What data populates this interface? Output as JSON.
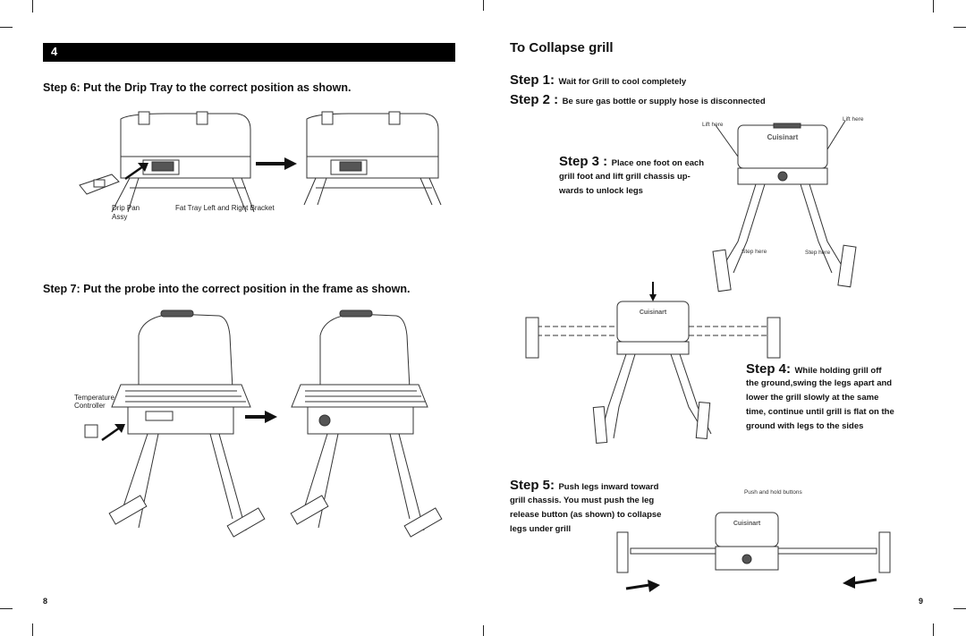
{
  "left_page": {
    "header_bar_text": "4  ",
    "step6_heading": "Step 6: Put the Drip Tray to the correct position as shown.",
    "step6_label_drip_pan": "Drip Pan",
    "step6_label_assy": "Assy",
    "step6_label_fat_tray": "Fat Tray Left and Right Bracket",
    "step7_heading": "Step 7: Put the probe into the correct position in the frame as shown.",
    "step7_label_temperature": "Temperature",
    "step7_label_controller": "Controller",
    "page_number": "8"
  },
  "right_page": {
    "title": "To Collapse grill",
    "step1_prefix": "Step 1:",
    "step1_text": "Wait for Grill to cool completely",
    "step2_prefix": "Step 2 :",
    "step2_text": "Be sure gas bottle or supply hose is disconnected",
    "step3_prefix": "Step 3 :",
    "step3_text_a": "Place one foot on each",
    "step3_text_b": "grill foot and lift grill chassis up⁠-",
    "step3_text_c": "wards to unlock legs",
    "step3_lift_here_left": "Lift here",
    "step3_lift_here_right": "Lift here",
    "step3_step_here_left": "Step here",
    "step3_step_here_right": "Step here",
    "step4_prefix": "Step 4:",
    "step4_text_a": "While holding grill off",
    "step4_text_b": "the ground,swing the legs apart and",
    "step4_text_c": "lower the grill slowly at the same",
    "step4_text_d": "time, continue until grill is flat on the",
    "step4_text_e": "ground with legs to the sides",
    "step5_prefix": "Step 5:",
    "step5_text_a": "Push legs inward toward",
    "step5_text_b": "grill chassis. You must push the leg",
    "step5_text_c": "release button (as shown) to collapse",
    "step5_text_d": "legs under grill",
    "step5_push_hold": "Push and hold buttons",
    "brand_logo": "Cuisinart",
    "page_number": "9"
  }
}
